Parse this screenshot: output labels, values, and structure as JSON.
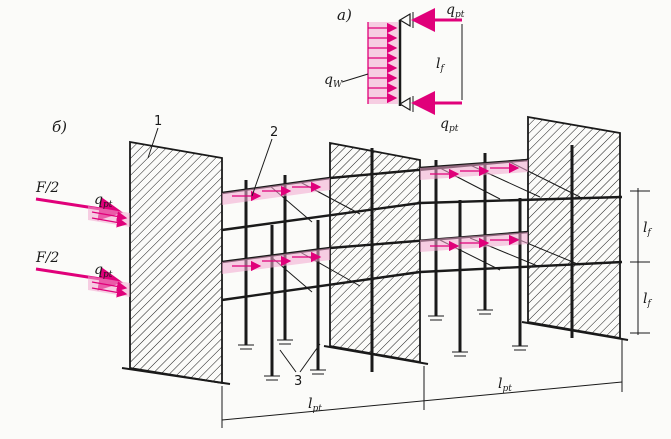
{
  "labels": {
    "part_a": "a)",
    "part_b": "б)",
    "q_pt": "q",
    "q_pt_sub": "pt",
    "q_w": "q",
    "q_w_sub": "W",
    "l_f": "l",
    "l_f_sub": "f",
    "l_pt": "l",
    "l_pt_sub": "pt",
    "F_half": "F/2",
    "callout_1": "1",
    "callout_2": "2",
    "callout_3": "3"
  },
  "colors": {
    "load": "#e0007a",
    "ink": "#1a1a1a",
    "hatch": "#1a1a1a"
  }
}
